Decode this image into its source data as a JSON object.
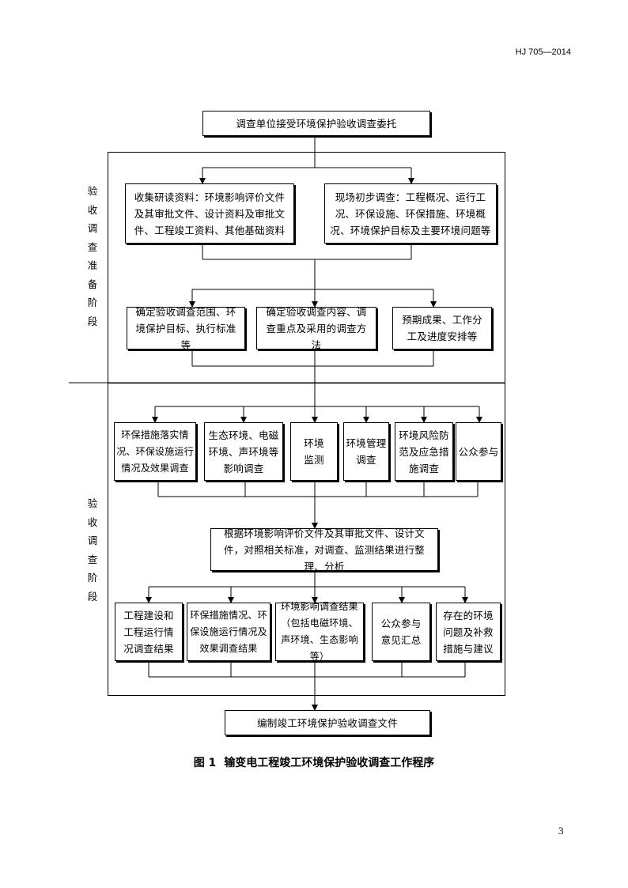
{
  "header": {
    "std_code": "HJ 705—2014"
  },
  "page_number": "3",
  "diagram": {
    "top_box": "调查单位接受环境保护验收调查委托",
    "stage1": {
      "label": "验收调查准备阶段",
      "row1": [
        "收集研读资料：环境影响评价文件及其审批文件、设计资料及审批文件、工程竣工资料、其他基础资料",
        "现场初步调查：工程概况、运行工况、环保设施、环保措施、环境概况、环境保护目标及主要环境问题等"
      ],
      "row2": [
        "确定验收调查范围、环境保护目标、执行标准等",
        "确定验收调查内容、调查重点及采用的调查方法",
        "预期成果、工作分工及进度安排等"
      ]
    },
    "stage2": {
      "label": "验收调查阶段",
      "row1": [
        "环保措施落实情况、环保设施运行情况及效果调查",
        "生态环境、电磁环境、声环境等影响调查",
        "环境监测",
        "环境管理调查",
        "环境风险防范及应急措施调查",
        "公众参与"
      ],
      "middle_box": "根据环境影响评价文件及其审批文件、设计文件，对照相关标准，对调查、监测结果进行整理、分析",
      "row2": [
        "工程建设和工程运行情况调查结果",
        "环保措施情况、环保设施运行情况及效果调查结果",
        "环境影响调查结果（包括电磁环境、声环境、生态影响等）",
        "公众参与意见汇总",
        "存在的环境问题及补救措施与建议"
      ]
    },
    "bottom_box": "编制竣工环境保护验收调查文件"
  },
  "caption": {
    "number": "图 1",
    "title": "输变电工程竣工环境保护验收调查工作程序"
  }
}
